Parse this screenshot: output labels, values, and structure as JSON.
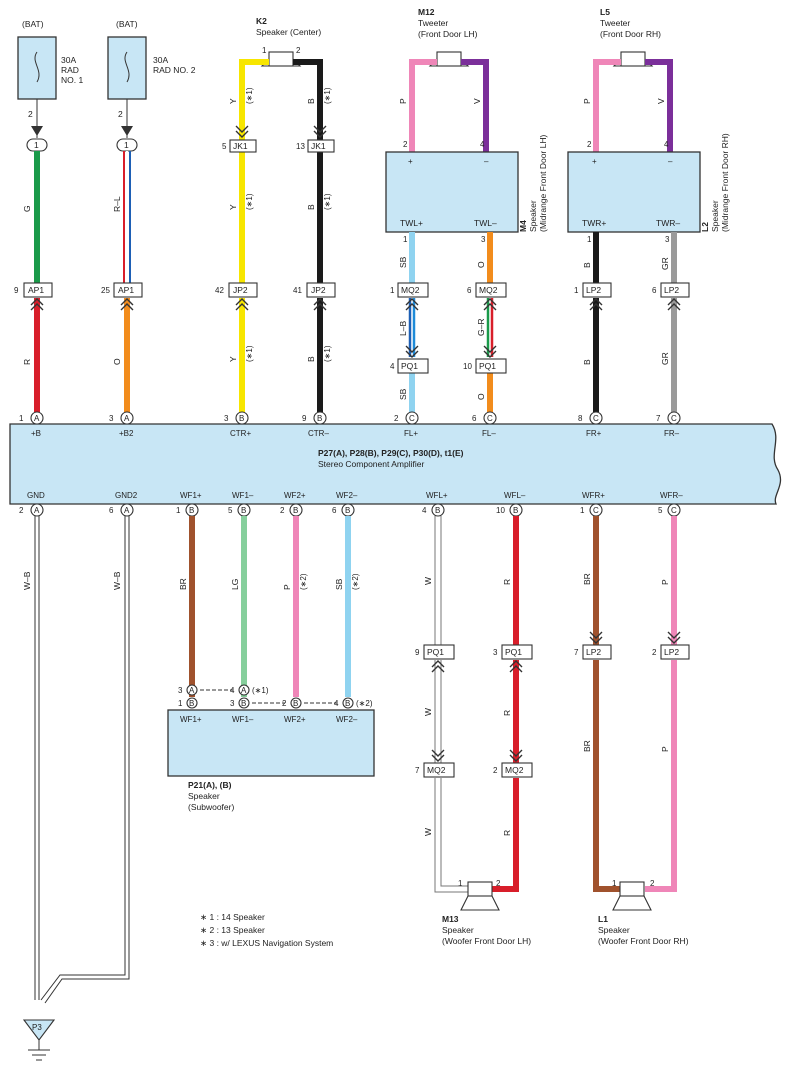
{
  "amplifier": {
    "title": "P27(A), P28(B), P29(C), P30(D), t1(E)",
    "subtitle": "Stereo Component Amplifier",
    "top_pins": [
      {
        "num": "1",
        "letter": "A",
        "label": "+B"
      },
      {
        "num": "3",
        "letter": "A",
        "label": "+B2"
      },
      {
        "num": "3",
        "letter": "B",
        "label": "CTR+"
      },
      {
        "num": "9",
        "letter": "B",
        "label": "CTR–"
      },
      {
        "num": "2",
        "letter": "C",
        "label": "FL+"
      },
      {
        "num": "6",
        "letter": "C",
        "label": "FL–"
      },
      {
        "num": "8",
        "letter": "C",
        "label": "FR+"
      },
      {
        "num": "7",
        "letter": "C",
        "label": "FR–"
      }
    ],
    "bottom_pins": [
      {
        "num": "2",
        "letter": "A",
        "label": "GND"
      },
      {
        "num": "6",
        "letter": "A",
        "label": "GND2"
      },
      {
        "num": "1",
        "letter": "B",
        "label": "WF1+"
      },
      {
        "num": "5",
        "letter": "B",
        "label": "WF1–"
      },
      {
        "num": "2",
        "letter": "B",
        "label": "WF2+"
      },
      {
        "num": "6",
        "letter": "B",
        "label": "WF2–"
      },
      {
        "num": "4",
        "letter": "B",
        "label": "WFL+"
      },
      {
        "num": "10",
        "letter": "B",
        "label": "WFL–"
      },
      {
        "num": "1",
        "letter": "C",
        "label": "WFR+"
      },
      {
        "num": "5",
        "letter": "C",
        "label": "WFR–"
      }
    ]
  },
  "fuses": [
    {
      "source": "(BAT)",
      "rating": "30A",
      "name1": "RAD",
      "name2": "NO. 1",
      "pin": "2",
      "conn": "1",
      "wire": "G",
      "color": "#1a9a4a"
    },
    {
      "source": "(BAT)",
      "rating": "30A",
      "name1": "RAD NO. 2",
      "name2": "",
      "pin": "2",
      "conn": "1",
      "wire": "R–L",
      "color": "#d81e2a"
    }
  ],
  "components": {
    "k2": {
      "code": "K2",
      "name": "Speaker (Center)"
    },
    "m12": {
      "code": "M12",
      "name": "Tweeter",
      "loc": "(Front Door LH)"
    },
    "l5": {
      "code": "L5",
      "name": "Tweeter",
      "loc": "(Front Door RH)"
    },
    "m4": {
      "code": "M4",
      "name": "Speaker",
      "loc": "(Midrange Front Door LH)",
      "t1": "TWL+",
      "t2": "TWL–"
    },
    "l2": {
      "code": "L2",
      "name": "Speaker",
      "loc": "(Midrange Front Door RH)",
      "t1": "TWR+",
      "t2": "TWR–"
    },
    "p21": {
      "code": "P21(A), (B)",
      "name": "Speaker",
      "loc": "(Subwoofer)",
      "pins": [
        "WF1+",
        "WF1–",
        "WF2+",
        "WF2–"
      ]
    },
    "m13": {
      "code": "M13",
      "name": "Speaker",
      "loc": "(Woofer Front Door LH)"
    },
    "l1": {
      "code": "L1",
      "name": "Speaker",
      "loc": "(Woofer Front Door RH)"
    },
    "ground": {
      "code": "P3"
    }
  },
  "connectors": [
    "AP1",
    "AP1",
    "JK1",
    "JK1",
    "JP2",
    "JP2",
    "MQ2",
    "MQ2",
    "PQ1",
    "PQ1",
    "LP2",
    "LP2",
    "PQ1",
    "PQ1",
    "MQ2",
    "MQ2",
    "LP2",
    "LP2"
  ],
  "wire_labels": {
    "g": "G",
    "rl": "R–L",
    "r": "R",
    "o": "O",
    "y": "Y",
    "b": "B",
    "p": "P",
    "v": "V",
    "sb": "SB",
    "lb": "L–B",
    "gr_w": "G–R",
    "gr": "GR",
    "wb": "W–B",
    "br": "BR",
    "lg": "LG",
    "w": "W"
  },
  "notes": [
    "∗ 1 : 14 Speaker",
    "∗ 2 : 13 Speaker",
    "∗ 3 : w/ LEXUS Navigation System"
  ],
  "colors": {
    "G": "#1a9a4a",
    "R": "#d81e2a",
    "O": "#f28c1c",
    "Y": "#f7e600",
    "B": "#1a1a1a",
    "P": "#ef86b8",
    "V": "#7b2f9a",
    "SB": "#8fd3f0",
    "GR": "#9a9a9a",
    "BR": "#a0522d",
    "LG": "#86cf9c",
    "W": "#ffffff",
    "box": "#c8e6f5"
  }
}
